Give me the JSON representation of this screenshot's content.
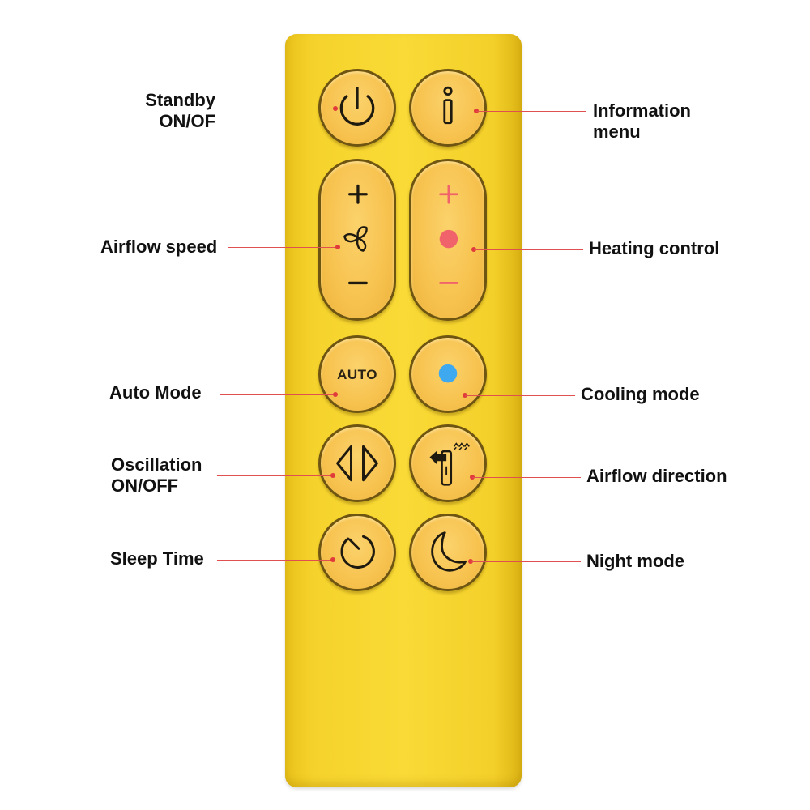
{
  "remote": {
    "auto_button_text": "AUTO"
  },
  "labels": {
    "standby_line1": "Standby",
    "standby_line2": "ON/OF",
    "information_line1": "Information",
    "information_line2": "menu",
    "airflow_speed": "Airflow speed",
    "heating_control": "Heating control",
    "auto_mode": "Auto Mode",
    "cooling_mode": "Cooling mode",
    "oscillation_line1": "Oscillation",
    "oscillation_line2": "ON/OFF",
    "airflow_direction": "Airflow direction",
    "sleep_time": "Sleep Time",
    "night_mode": "Night mode"
  },
  "icons": {
    "standby": "power-icon",
    "information": "info-icon",
    "airflow_speed": "fan-icon",
    "heating": "heat-dot-icon",
    "cooling": "cool-dot-icon",
    "oscillation": "oscillation-arrows-icon",
    "airflow_direction": "airflow-direction-icon",
    "sleep_timer": "timer-icon",
    "night_mode": "moon-icon"
  },
  "colors": {
    "remote_body": "#f9da36",
    "button": "#f7c24e",
    "button_border": "#6f5512",
    "heating_accent": "#f0636b",
    "cooling_accent": "#3fa9f0",
    "leader_line": "#e05050"
  }
}
